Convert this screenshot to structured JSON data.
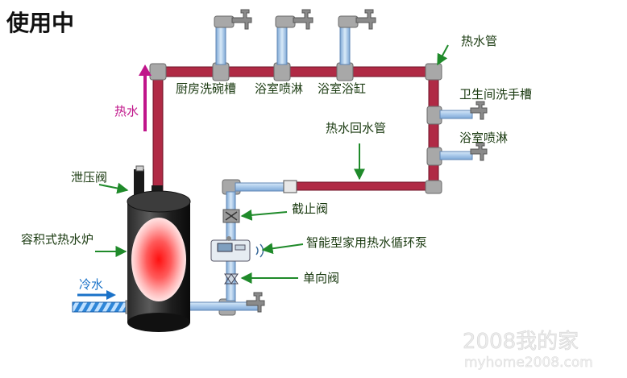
{
  "title": "使用中",
  "labels": {
    "hot_water": "热水",
    "pressure_valve": "泄压阀",
    "heater": "容积式热水炉",
    "cold_water": "冷水",
    "kitchen_sink": "厨房洗碗槽",
    "bath_shower_top": "浴室喷淋",
    "bathtub": "浴室浴缸",
    "hot_pipe": "热水管",
    "wash_basin": "卫生间洗手槽",
    "bath_shower_right": "浴室喷淋",
    "return_pipe": "热水回水管",
    "stop_valve": "截止阀",
    "pump": "智能型家用热水循环泵",
    "check_valve": "单向阀"
  },
  "watermark": {
    "line1": "2008我的家",
    "line2": "myhome2008.com"
  },
  "colors": {
    "hot_pipe": "#b02a45",
    "cold_pipe": "#b8d4ee",
    "fitting": "#a8a8a8",
    "label_text": "#1a3a10",
    "arrow_green": "#1f8a2a",
    "arrow_hot": "#c0148a",
    "arrow_cold": "#1a72c8"
  }
}
